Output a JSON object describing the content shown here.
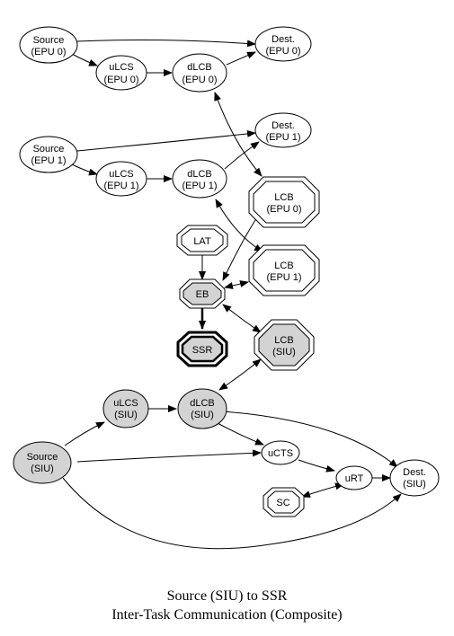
{
  "colors": {
    "node_fill": "#ffffff",
    "siu_fill": "#d3d3d3",
    "stroke": "#000000"
  },
  "nodes": {
    "source_epu0": [
      "Source",
      "(EPU 0)"
    ],
    "dest_epu0": [
      "Dest.",
      "(EPU 0)"
    ],
    "ulcs_epu0": [
      "uLCS",
      "(EPU 0)"
    ],
    "dlcb_epu0": [
      "dLCB",
      "(EPU 0)"
    ],
    "source_epu1": [
      "Source",
      "(EPU 1)"
    ],
    "dest_epu1": [
      "Dest.",
      "(EPU 1)"
    ],
    "ulcs_epu1": [
      "uLCS",
      "(EPU 1)"
    ],
    "dlcb_epu1": [
      "dLCB",
      "(EPU 1)"
    ],
    "lcb_epu0": [
      "LCB",
      "(EPU 0)"
    ],
    "lat": [
      "LAT"
    ],
    "lcb_epu1": [
      "LCB",
      "(EPU 1)"
    ],
    "eb": [
      "EB"
    ],
    "ssr": [
      "SSR"
    ],
    "lcb_siu": [
      "LCB",
      "(SIU)"
    ],
    "ulcs_siu": [
      "uLCS",
      "(SIU)"
    ],
    "dlcb_siu": [
      "dLCB",
      "(SIU)"
    ],
    "source_siu": [
      "Source",
      "(SIU)"
    ],
    "ucts": [
      "uCTS"
    ],
    "urt": [
      "uRT"
    ],
    "dest_siu": [
      "Dest.",
      "(SIU)"
    ],
    "sc": [
      "SC"
    ]
  },
  "caption": {
    "line1": "Source (SIU) to SSR",
    "line2": "Inter-Task Communication (Composite)"
  }
}
